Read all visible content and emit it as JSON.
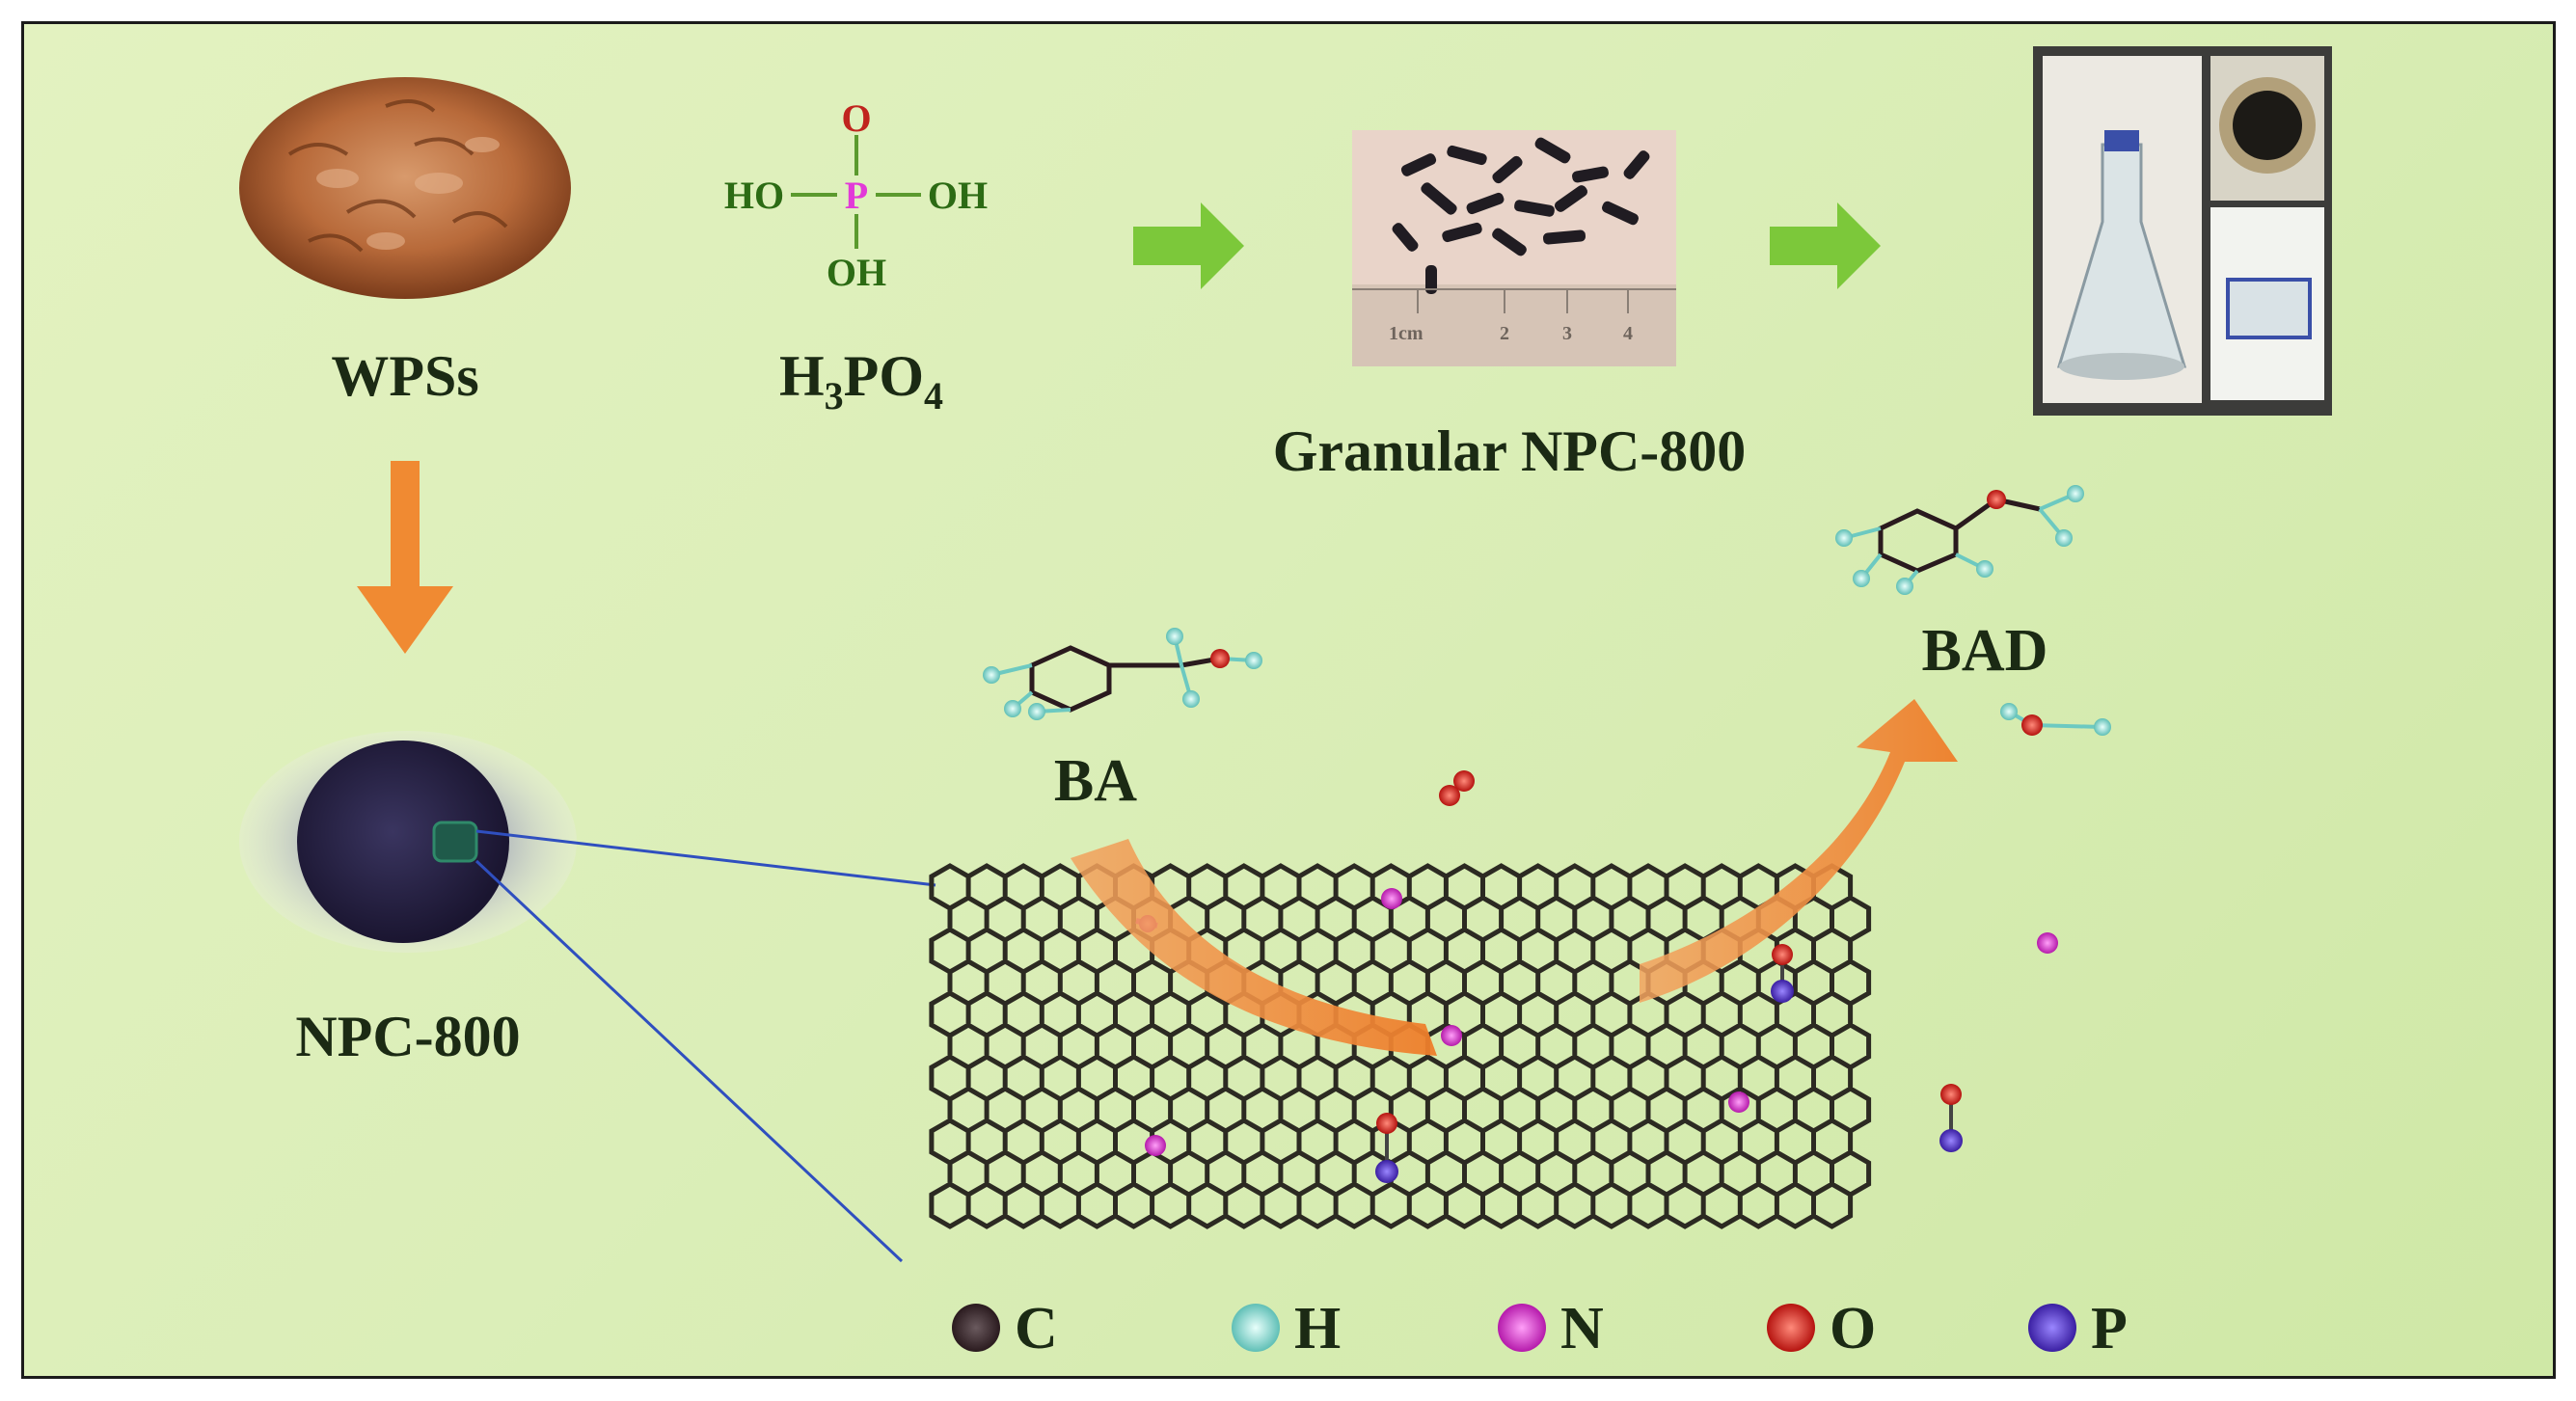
{
  "labels": {
    "wpss": "WPSs",
    "h3po4_main": "H",
    "h3po4_sub1": "3",
    "h3po4_mid": "PO",
    "h3po4_sub2": "4",
    "granular": "Granular NPC-800",
    "npc800": "NPC-800",
    "ba": "BA",
    "bad": "BAD"
  },
  "molecule_h3po4": {
    "O": "O",
    "P": "P",
    "HO_left": "HO",
    "OH_right": "OH",
    "OH_bottom": "OH"
  },
  "ruler_ticks": [
    "1cm",
    "2",
    "3",
    "4"
  ],
  "legend": [
    {
      "symbol": "C",
      "color": "#2a1a1e"
    },
    {
      "symbol": "H",
      "color": "#7fd6cf"
    },
    {
      "symbol": "N",
      "color": "#d633d0"
    },
    {
      "symbol": "O",
      "color": "#e0231e"
    },
    {
      "symbol": "P",
      "color": "#4a2fc2"
    }
  ],
  "colors": {
    "arrow_green": "#7cc83a",
    "arrow_orange": "#f08a32",
    "lattice": "#2c2a22",
    "connector": "#2f4fbf"
  }
}
